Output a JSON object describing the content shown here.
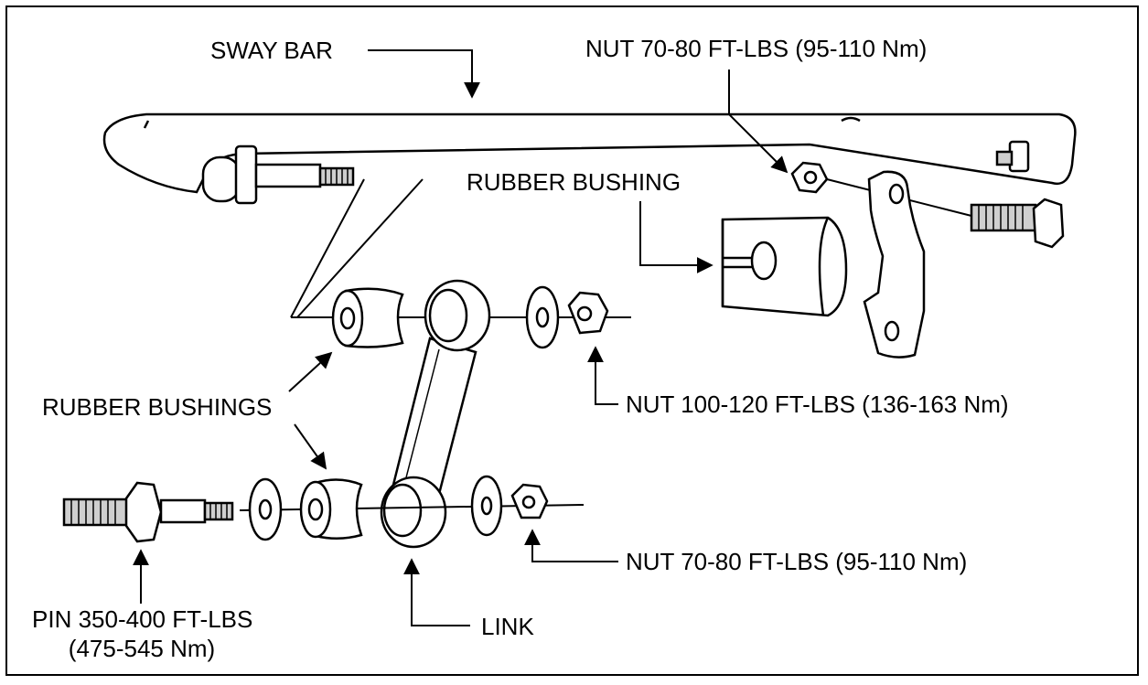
{
  "labels": {
    "sway_bar": "SWAY BAR",
    "nut_top": "NUT 70-80 FT-LBS (95-110 Nm)",
    "rubber_bushing": "RUBBER BUSHING",
    "rubber_bushings": "RUBBER BUSHINGS",
    "nut_mid": "NUT 100-120 FT-LBS (136-163 Nm)",
    "nut_low": "NUT 70-80 FT-LBS (95-110 Nm)",
    "pin_line1": "PIN 350-400 FT-LBS",
    "pin_line2": "(475-545 Nm)",
    "link": "LINK"
  },
  "colors": {
    "line": "#000000",
    "fill": "#ffffff",
    "shade": "#cfcfcf"
  }
}
